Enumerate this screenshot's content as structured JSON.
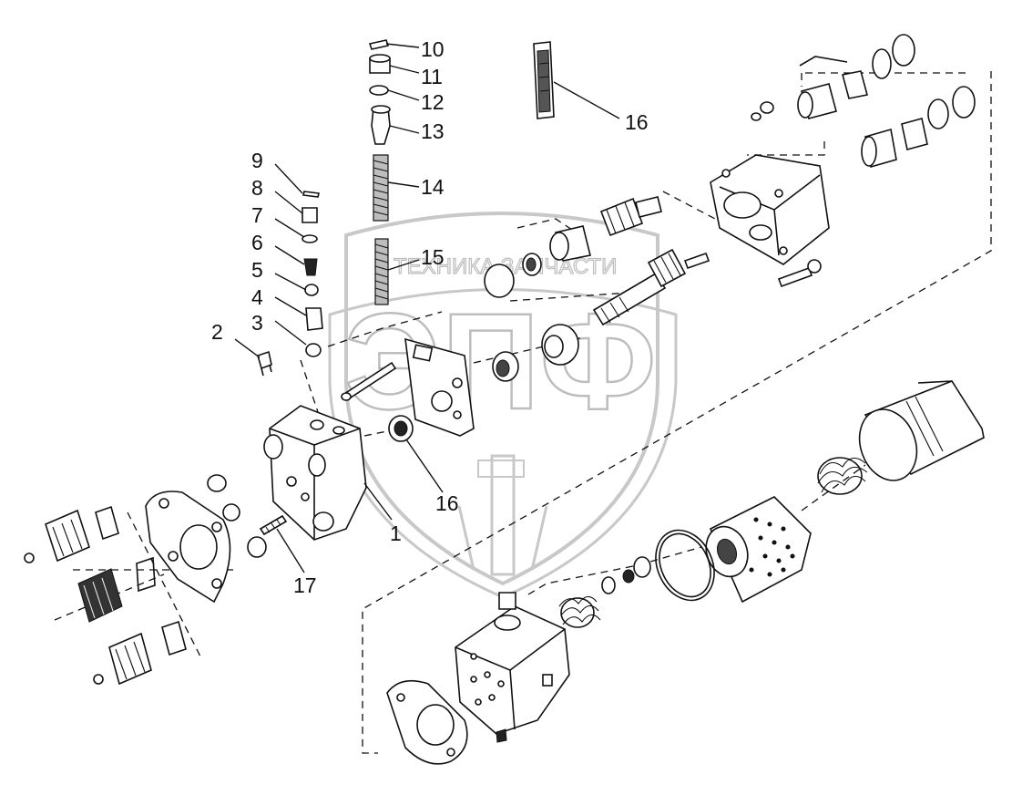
{
  "watermark": {
    "caption": "ТЕХНИКА ЗАПЧАСТИ",
    "logo": "ЭПФ"
  },
  "callouts": [
    {
      "id": "c1",
      "label": "1"
    },
    {
      "id": "c2",
      "label": "2"
    },
    {
      "id": "c3",
      "label": "3"
    },
    {
      "id": "c4",
      "label": "4"
    },
    {
      "id": "c5",
      "label": "5"
    },
    {
      "id": "c6",
      "label": "6"
    },
    {
      "id": "c7",
      "label": "7"
    },
    {
      "id": "c8",
      "label": "8"
    },
    {
      "id": "c9",
      "label": "9"
    },
    {
      "id": "c10",
      "label": "10"
    },
    {
      "id": "c11",
      "label": "11"
    },
    {
      "id": "c12",
      "label": "12"
    },
    {
      "id": "c13",
      "label": "13"
    },
    {
      "id": "c14",
      "label": "14"
    },
    {
      "id": "c15",
      "label": "15"
    },
    {
      "id": "c16a",
      "label": "16"
    },
    {
      "id": "c16b",
      "label": "16"
    },
    {
      "id": "c17",
      "label": "17"
    }
  ]
}
